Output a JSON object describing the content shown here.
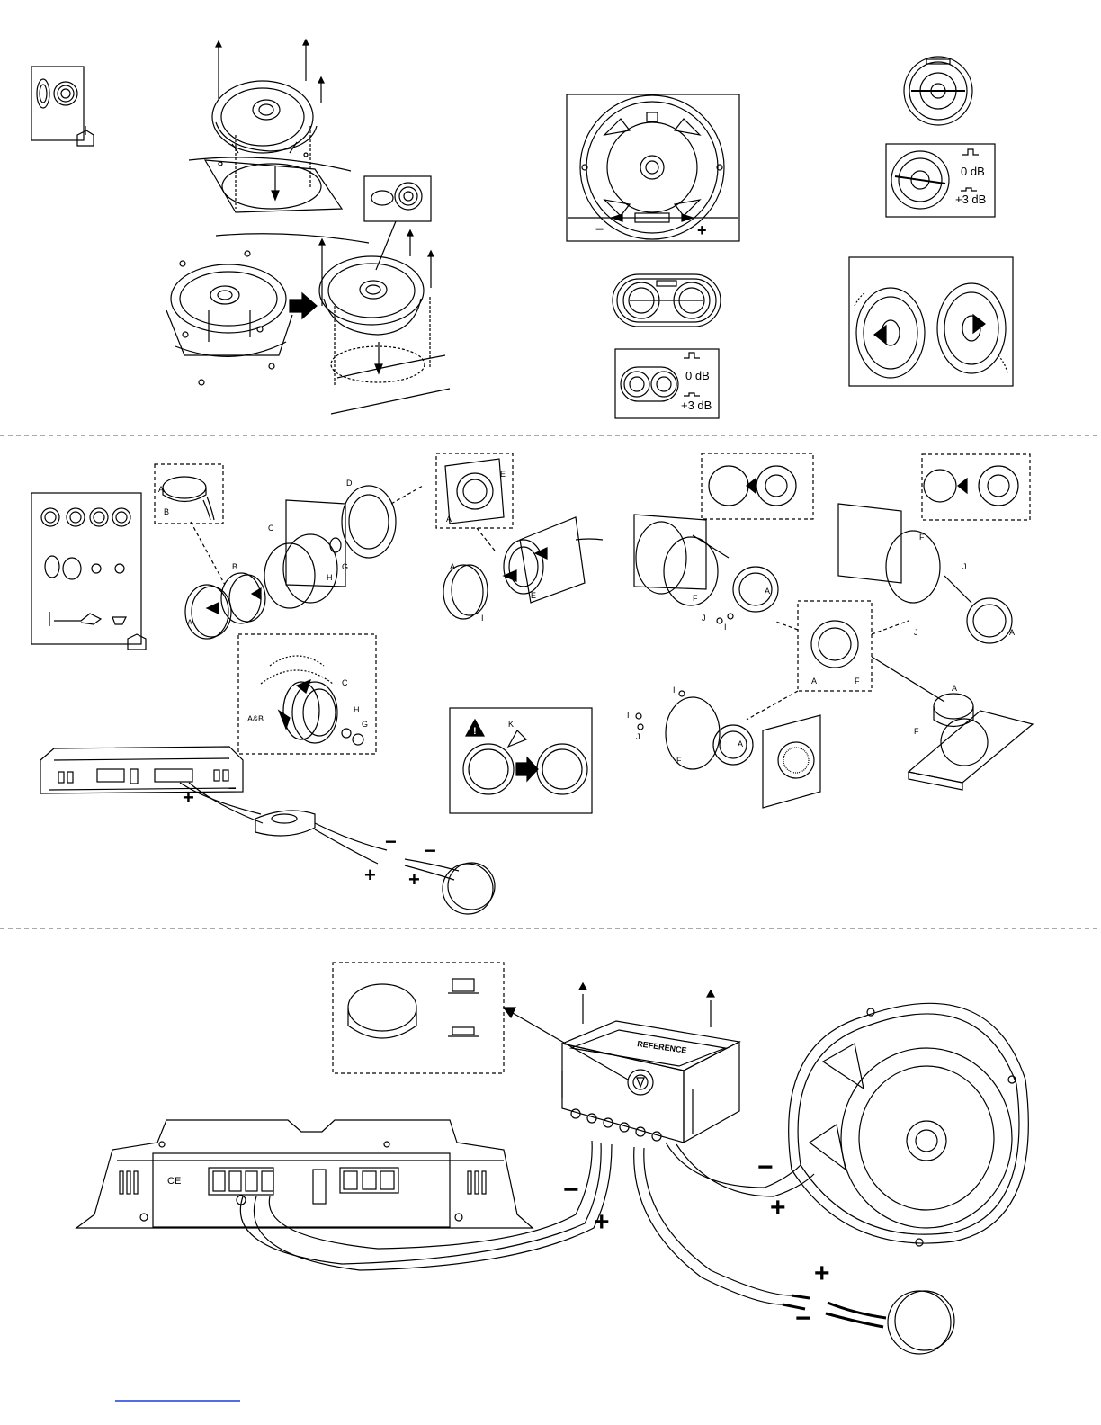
{
  "gain_switch": {
    "level_0": "0 dB",
    "level_plus3": "+3 dB"
  },
  "polarity": {
    "minus": "−",
    "plus": "+"
  },
  "part_letters": {
    "A": "A",
    "B": "B",
    "C": "C",
    "D": "D",
    "E": "E",
    "F": "F",
    "G": "G",
    "H": "H",
    "I": "I",
    "J": "J",
    "K": "K",
    "AB": "A&B"
  },
  "crossover_brand": "REFERENCE",
  "ce_mark": "CE",
  "colors": {
    "line": "#000000",
    "divider": "#555555",
    "link": "#1a3fd8",
    "shade": "#cccccc"
  }
}
